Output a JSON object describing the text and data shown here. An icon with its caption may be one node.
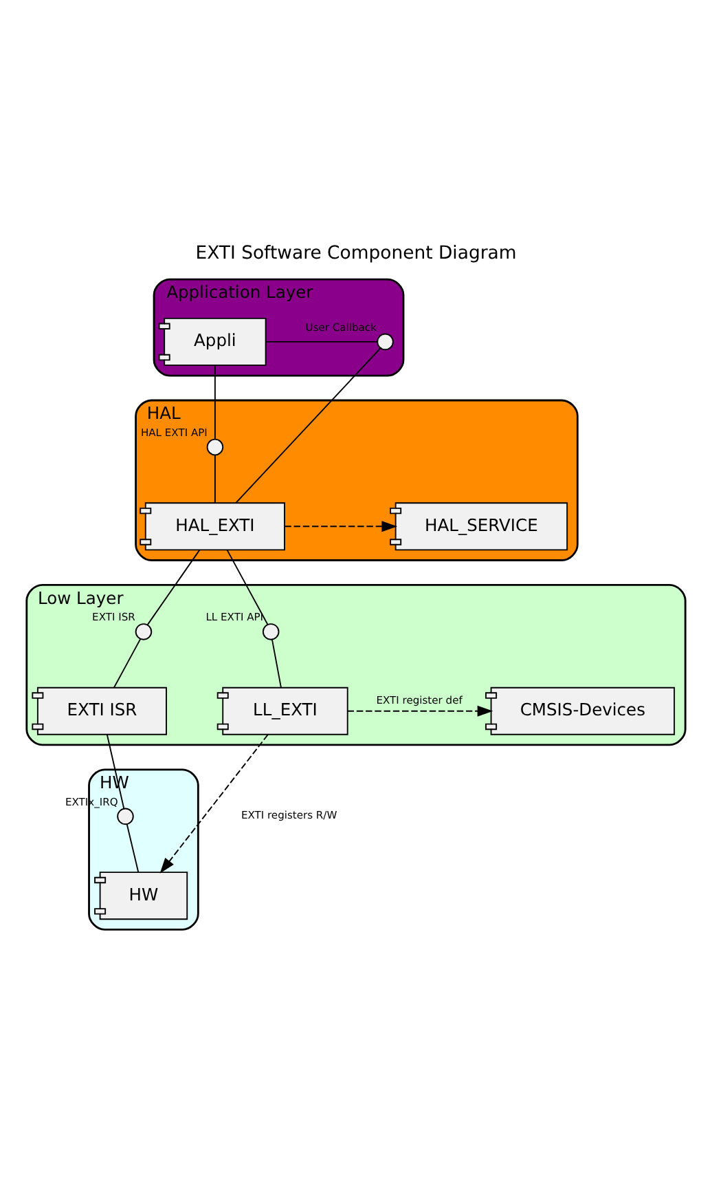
{
  "diagram": {
    "title": "EXTI Software Component Diagram",
    "nodes": [
      {
        "text": [
          "Application Layer"
        ]
      },
      {
        "text": [
          "Appli"
        ],
        "in": 0
      },
      {
        "text": [
          "User Callback"
        ],
        "in": 0
      },
      {
        "text": [
          "HAL"
        ]
      },
      {
        "text": [
          "HAL EXTI API"
        ],
        "in": 3
      },
      {
        "text": [
          "HAL_EXTI"
        ],
        "in": 3
      },
      {
        "text": [
          "HAL_SERVICE"
        ],
        "in": 3
      },
      {
        "text": [
          "Low Layer"
        ]
      },
      {
        "text": [
          "EXTI ISR"
        ],
        "in": 7
      },
      {
        "text": [
          "LL EXTI API"
        ],
        "in": 7
      },
      {
        "text": [
          "EXTI ISR"
        ],
        "in": 7
      },
      {
        "text": [
          "LL_EXTI"
        ],
        "in": 7
      },
      {
        "text": [
          "CMSIS-Devices"
        ],
        "in": 7
      },
      {
        "text": [
          "HW"
        ]
      },
      {
        "text": [
          "EXTIx_IRQ"
        ],
        "in": 13
      },
      {
        "text": [
          "HW"
        ],
        "in": 13
      }
    ],
    "edges": [
      {
        "from": 1,
        "to": 2,
        "arrow": "none"
      },
      {
        "from": 1,
        "to": 4,
        "arrow": "none"
      },
      {
        "from": 5,
        "to": 2,
        "arrow": "none"
      },
      {
        "from": 4,
        "to": 5,
        "arrow": "none"
      },
      {
        "from": 5,
        "to": 6,
        "arrow": "to",
        "style": "dashed"
      },
      {
        "from": 5,
        "to": 8,
        "arrow": "none"
      },
      {
        "from": 5,
        "to": 9,
        "arrow": "none"
      },
      {
        "from": 8,
        "to": 10,
        "arrow": "none"
      },
      {
        "from": 9,
        "to": 11,
        "arrow": "none"
      },
      {
        "from": 11,
        "to": 12,
        "arrow": "to",
        "style": "dashed",
        "label": "EXTI register def"
      },
      {
        "from": 10,
        "to": 14,
        "arrow": "none"
      },
      {
        "from": 14,
        "to": 15,
        "arrow": "none"
      },
      {
        "from": 11,
        "to": 15,
        "arrow": "to",
        "style": "dashed",
        "label": "EXTI registers R/W"
      }
    ]
  }
}
